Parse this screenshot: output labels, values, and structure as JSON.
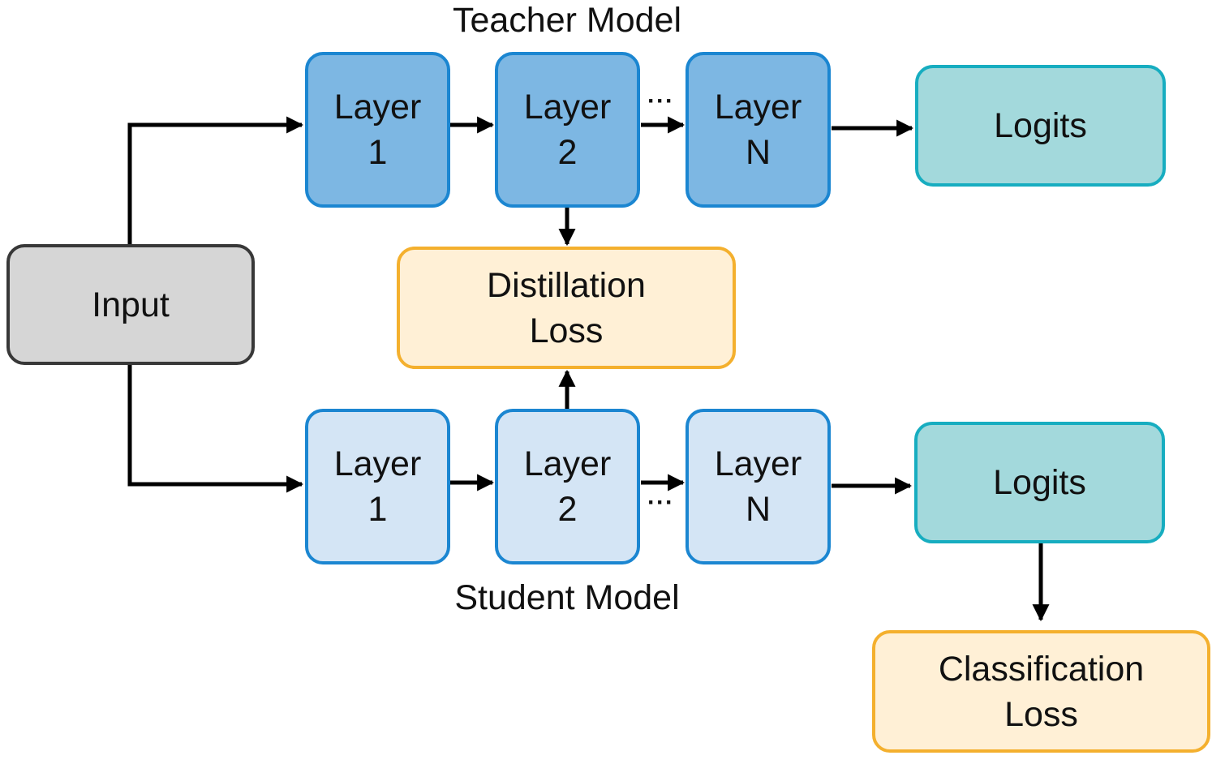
{
  "teacher": {
    "caption": "Teacher Model",
    "layers": [
      {
        "line1": "Layer",
        "line2": "1"
      },
      {
        "line1": "Layer",
        "line2": "2"
      },
      {
        "line1": "Layer",
        "line2": "N"
      }
    ],
    "ellipsis": "···",
    "logits": "Logits"
  },
  "student": {
    "caption": "Student Model",
    "layers": [
      {
        "line1": "Layer",
        "line2": "1"
      },
      {
        "line1": "Layer",
        "line2": "2"
      },
      {
        "line1": "Layer",
        "line2": "N"
      }
    ],
    "ellipsis": "···",
    "logits": "Logits"
  },
  "input": {
    "label": "Input"
  },
  "distillation_loss": {
    "line1": "Distillation",
    "line2": "Loss"
  },
  "classification_loss": {
    "line1": "Classification",
    "line2": "Loss"
  },
  "colors": {
    "teacher_fill": "#7db7e3",
    "student_fill": "#d4e5f5",
    "layer_border": "#1b86d1",
    "logits_fill": "#a3d9dc",
    "logits_border": "#17adc0",
    "loss_fill": "#fff0d6",
    "loss_border": "#f4b02e",
    "input_fill": "#d6d6d6",
    "input_border": "#383838"
  }
}
